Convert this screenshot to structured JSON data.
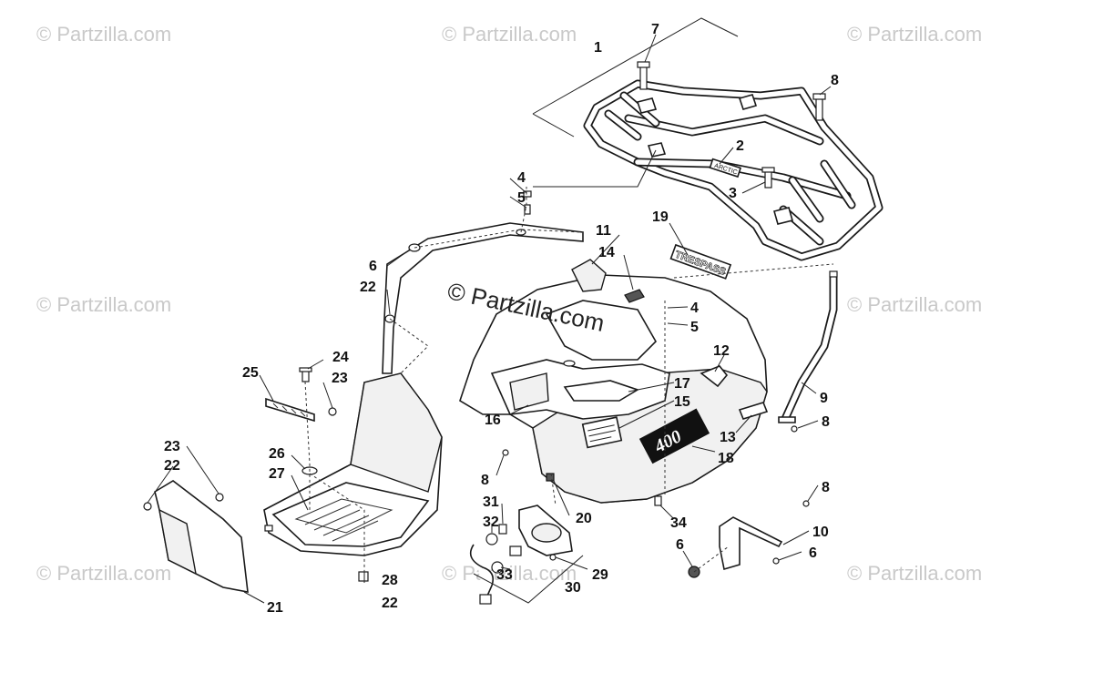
{
  "watermarks": {
    "corner_text": "© Partzilla.com",
    "center_text": "© Partzilla.com"
  },
  "callouts": [
    "1",
    "2",
    "3",
    "4",
    "5",
    "6",
    "7",
    "8",
    "9",
    "10",
    "11",
    "12",
    "13",
    "14",
    "15",
    "16",
    "17",
    "18",
    "19",
    "20",
    "21",
    "22",
    "23",
    "24",
    "25",
    "26",
    "27",
    "28",
    "29",
    "30",
    "31",
    "32",
    "33",
    "34"
  ],
  "labels": {
    "c1": "1",
    "c7": "7",
    "c8a": "8",
    "c2": "2",
    "c4a": "4",
    "c5a": "5",
    "c3": "3",
    "c11": "11",
    "c19": "19",
    "c14": "14",
    "c6a": "6",
    "c22a": "22",
    "c4b": "4",
    "c5b": "5",
    "c12": "12",
    "c24": "24",
    "c25": "25",
    "c23a": "23",
    "c17": "17",
    "c15": "15",
    "c16": "16",
    "c9": "9",
    "c8b": "8",
    "c13": "13",
    "c18": "18",
    "c23b": "23",
    "c22b": "22",
    "c26": "26",
    "c27": "27",
    "c8c": "8",
    "c31": "31",
    "c32": "32",
    "c20": "20",
    "c34": "34",
    "c8d": "8",
    "c10": "10",
    "c6b": "6",
    "c6c": "6",
    "c33": "33",
    "c29": "29",
    "c28": "28",
    "c30": "30",
    "c22c": "22",
    "c21": "21"
  },
  "decals": {
    "rack_decal": "ARCTIC",
    "fender_word": "TRESPASS",
    "fender_big": "400"
  }
}
